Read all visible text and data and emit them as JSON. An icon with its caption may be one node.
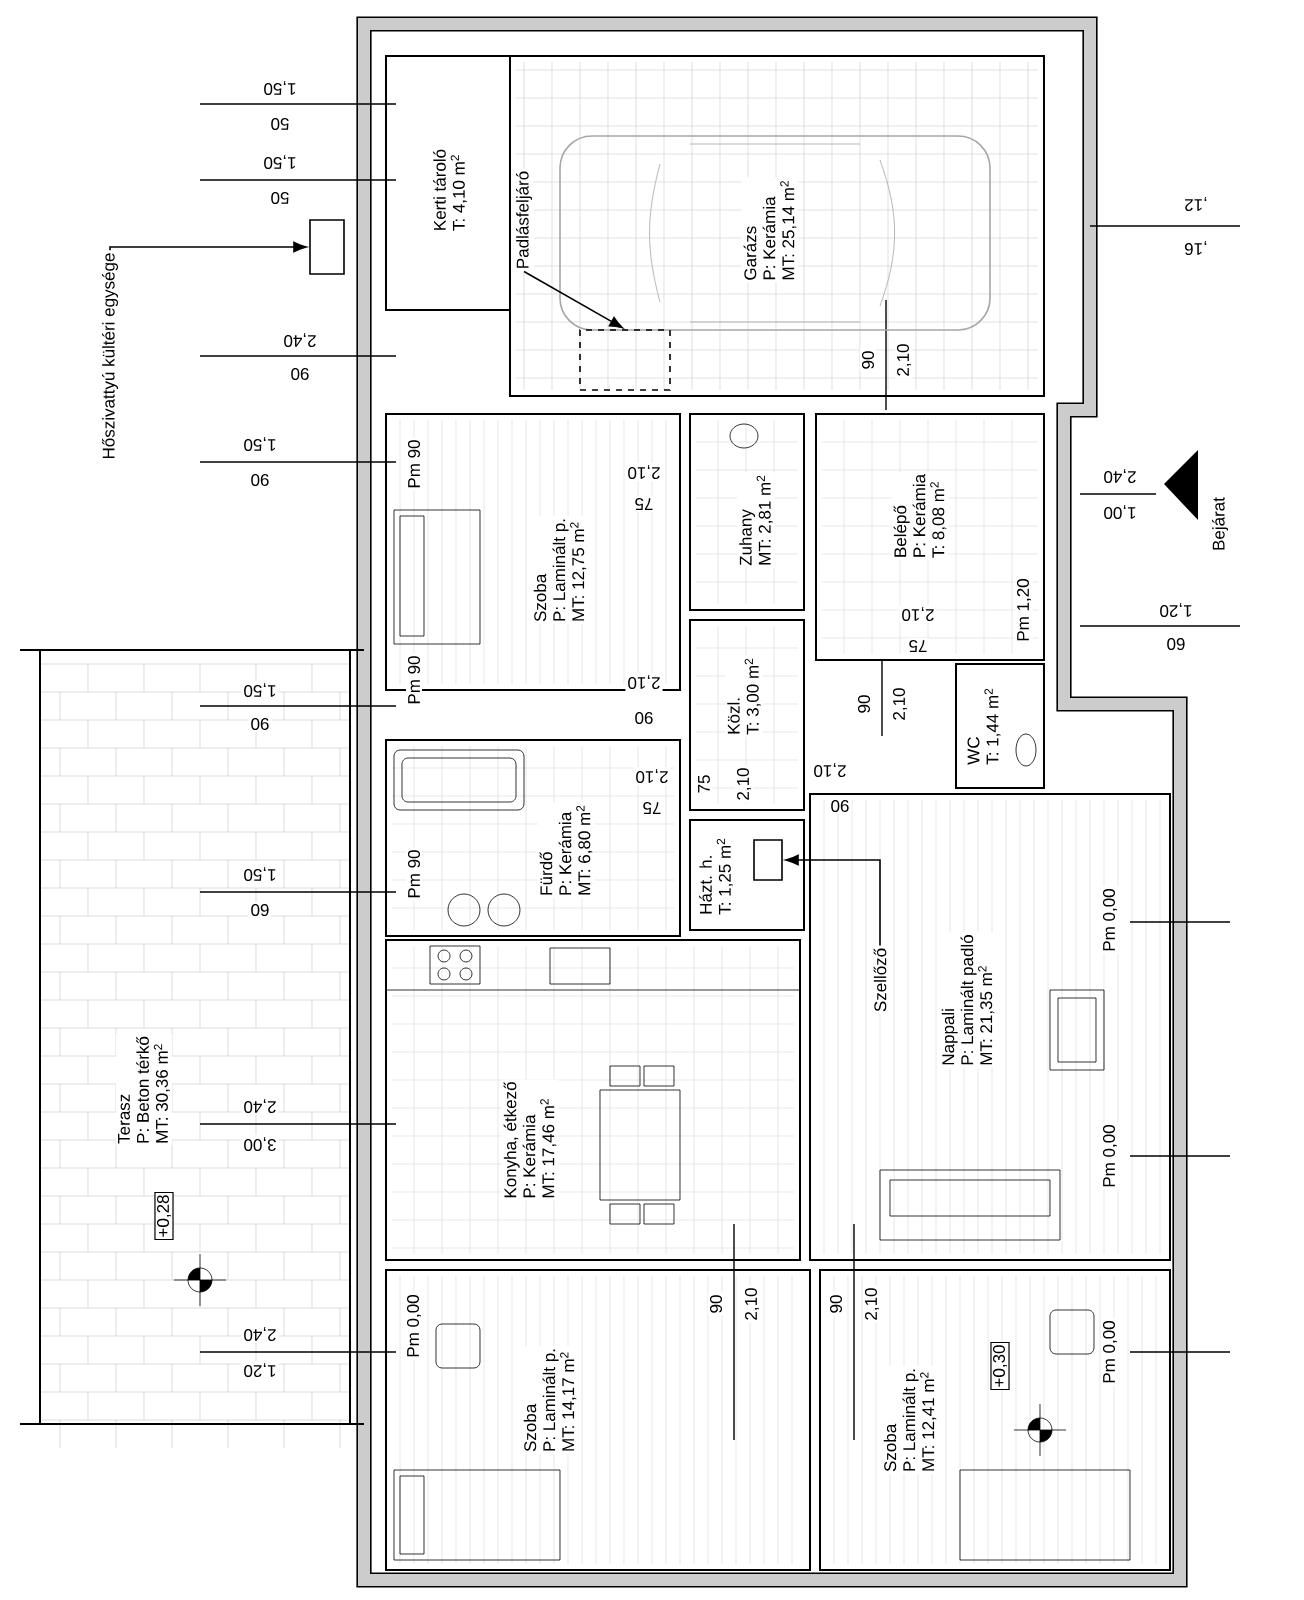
{
  "diagram": {
    "nodes": [
      {
        "text": [
          "Kerti tároló",
          "T: 4,10 m$^{2}$"
        ]
      },
      {
        "text": [
          "Garázs",
          "P: Kerámia",
          "MT: 25,14 m$^{2}$"
        ]
      },
      {
        "text": [
          "Szoba",
          "P: Laminált p.",
          "MT: 12,75 m$^{2}$"
        ]
      },
      {
        "text": [
          "Zuhany",
          "MT: 2,81 m$^{2}$"
        ]
      },
      {
        "text": [
          "Belépő",
          "P: Kerámia",
          "T: 8,08 m$^{2}$"
        ]
      },
      {
        "text": [
          "WC",
          "T: 1,44 m$^{2}$"
        ]
      },
      {
        "text": [
          "Közl.",
          "T: 3,00 m$^{2}$"
        ]
      },
      {
        "text": [
          "Fürdő",
          "P: Kerámia",
          "MT: 6,80 m$^{2}$"
        ]
      },
      {
        "text": [
          "Házt. h.",
          "T: 1,25 m$^{2}$"
        ]
      },
      {
        "text": [
          "Nappali",
          "P: Laminált padló",
          "MT: 21,35 m$^{2}$"
        ]
      },
      {
        "text": [
          "Konyha, étkező",
          "P: Kerámia",
          "MT: 17,46 m$^{2}$"
        ]
      },
      {
        "text": [
          "Terasz",
          "P: Beton térkő",
          "MT: 30,36 m$^{2}$"
        ]
      },
      {
        "text": [
          "Szoba",
          "P: Laminált p.",
          "MT: 14,17 m$^{2}$"
        ]
      },
      {
        "text": [
          "Szoba",
          "P: Laminált p.",
          "MT: 12,41 m$^{2}$"
        ]
      },
      {
        "text": [
          "Hőszivattyú kültéri egysége"
        ]
      },
      {
        "text": [],
        "shape": "box"
      },
      {
        "text": [
          "Padlásfeljáró"
        ],
        "in": 1
      },
      {
        "text": [],
        "shape": "box",
        "in": 1
      },
      {
        "text": [
          "Szellőző"
        ],
        "in": 9
      },
      {
        "text": [],
        "shape": "box",
        "in": 8
      }
    ],
    "edges": [
      {
        "from": 14,
        "to": 15,
        "arrow": "to"
      },
      {
        "from": 16,
        "to": 17,
        "arrow": "to"
      },
      {
        "from": 18,
        "to": 19,
        "arrow": "to"
      }
    ],
    "labels": [
      "1,50",
      "50",
      "1,50",
      "50",
      ",12",
      ",16",
      "2,40",
      "90",
      "90",
      "2,10",
      "1,50",
      "90",
      "Pm 90",
      "2,10",
      "75",
      "2,40",
      "1,00",
      "Bejárat",
      "1,20",
      "60",
      "2,10",
      "75",
      "Pm 1,20",
      "1,50",
      "90",
      "Pm 90",
      "2,10",
      "90",
      "90",
      "2,10",
      "2,10",
      "90",
      "2,10",
      "75",
      "75",
      "2,10",
      "1,50",
      "60",
      "Pm 90",
      "Pm 0,00",
      "2,40",
      "3,00",
      "Pm 0,00",
      "+0,28",
      "90",
      "2,10",
      "90",
      "2,10",
      "2,40",
      "1,20",
      "Pm 0,00",
      "+0,30",
      "Pm 0,00"
    ]
  }
}
